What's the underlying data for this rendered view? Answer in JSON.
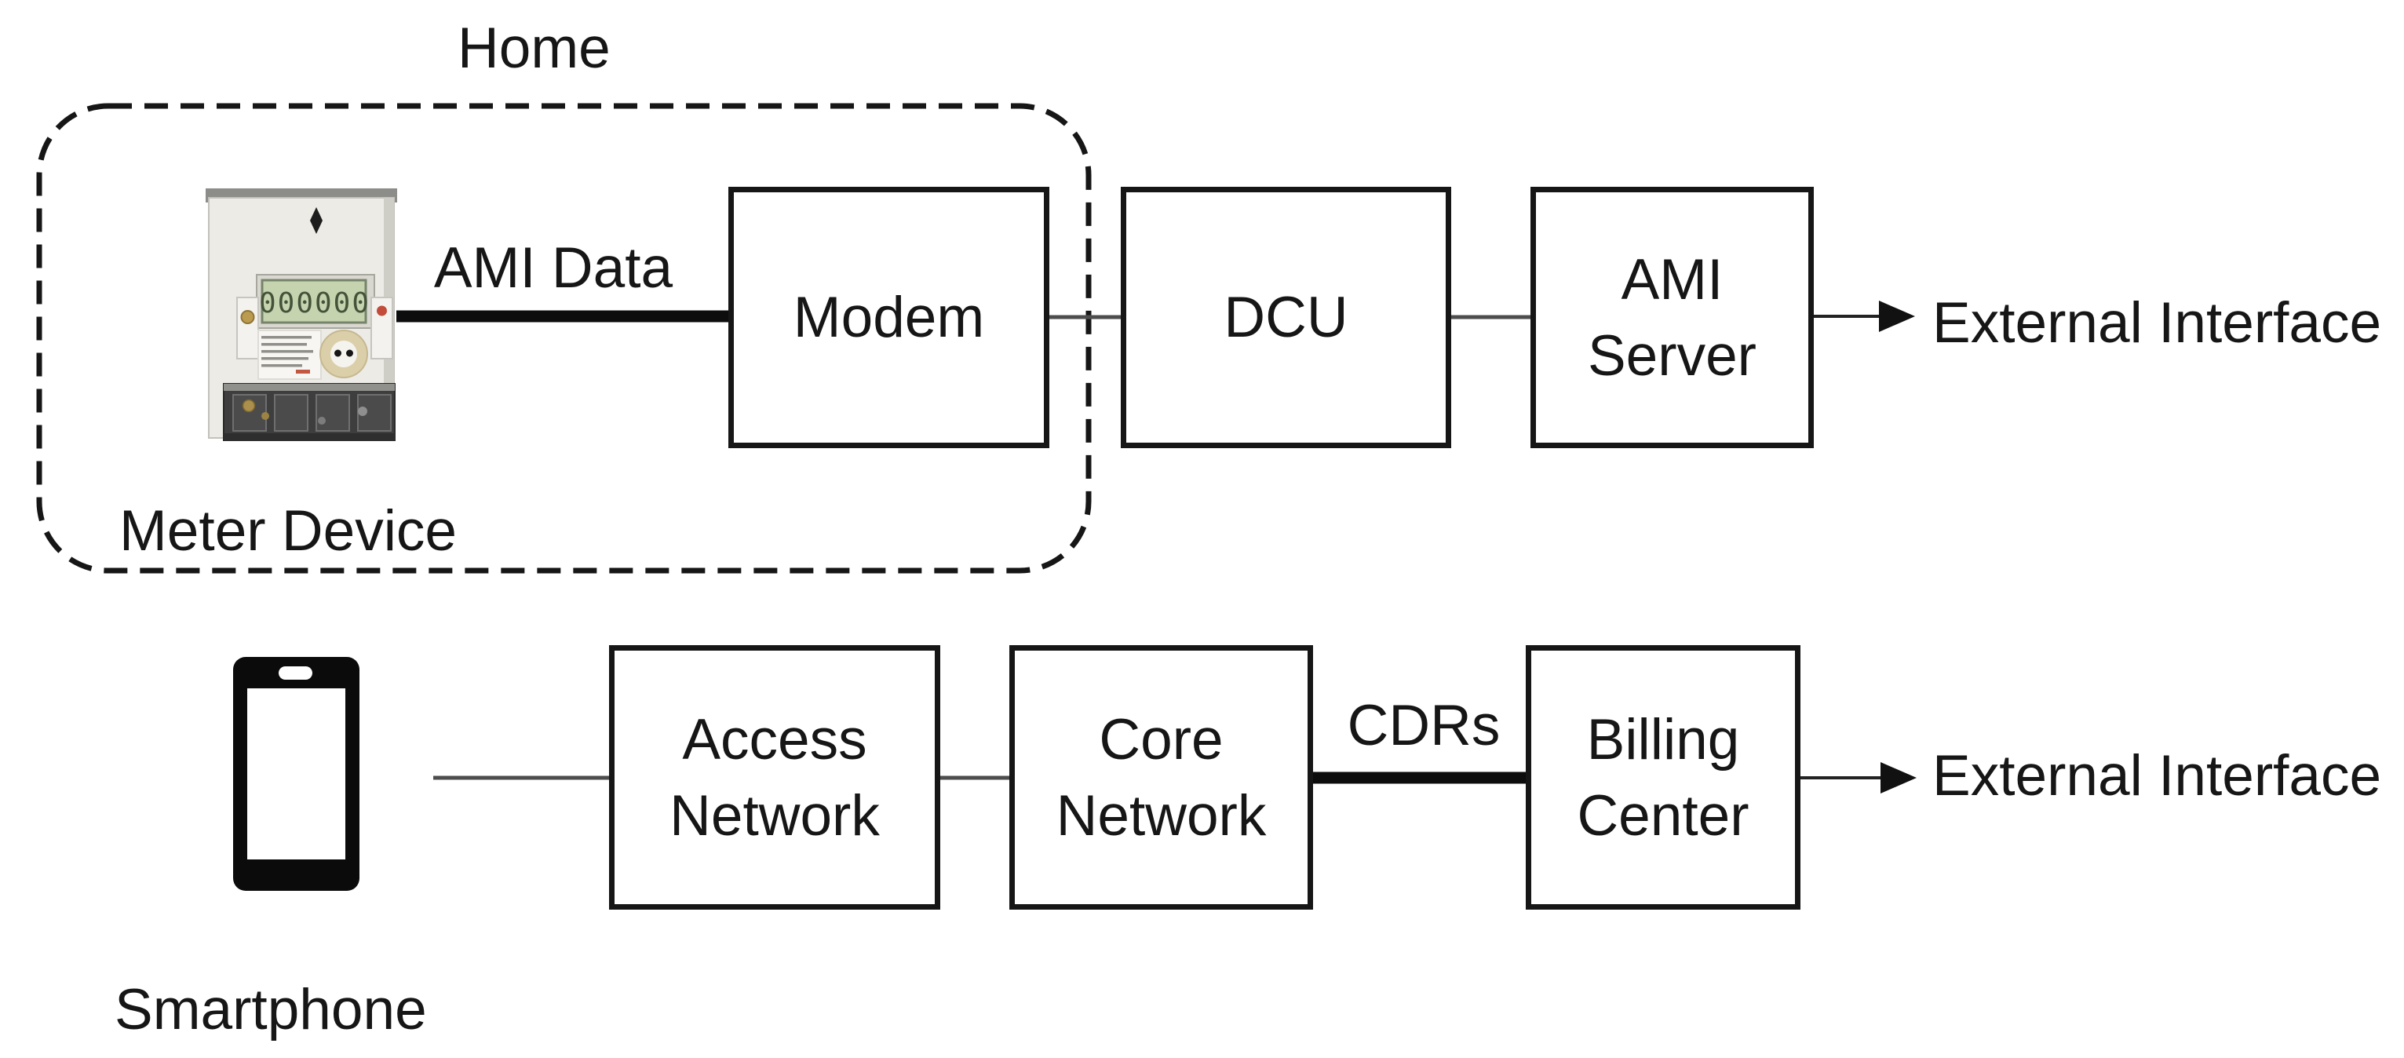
{
  "labels": {
    "home": "Home",
    "meter_device": "Meter Device",
    "smartphone": "Smartphone",
    "ami_data": "AMI Data",
    "cdrs": "CDRs",
    "external_interface_top": "External Interface",
    "external_interface_bottom": "External Interface"
  },
  "boxes": {
    "modem": {
      "label": "Modem"
    },
    "dcu": {
      "label": "DCU"
    },
    "ami_server": {
      "label": "AMI\nServer"
    },
    "access_network": {
      "label": "Access\nNetwork"
    },
    "core_network": {
      "label": "Core\nNetwork"
    },
    "billing_center": {
      "label": "Billing\nCenter"
    }
  },
  "meter": {
    "lcd_value": "000000"
  },
  "icons": {
    "meter": "smart-meter-photo",
    "smartphone": "smartphone-icon",
    "arrowhead": "filled-right-arrowhead"
  },
  "colors": {
    "background": "#ffffff",
    "box_border": "#161616",
    "text": "#161616",
    "thin_connector": "#4d4d4d",
    "thick_connector": "#0d0d0d",
    "dashed_boundary": "#161616",
    "lcd_green": "#c5d4ae",
    "optical_port_beige": "#dbcfaa",
    "phone_black": "#0b0b0b"
  }
}
